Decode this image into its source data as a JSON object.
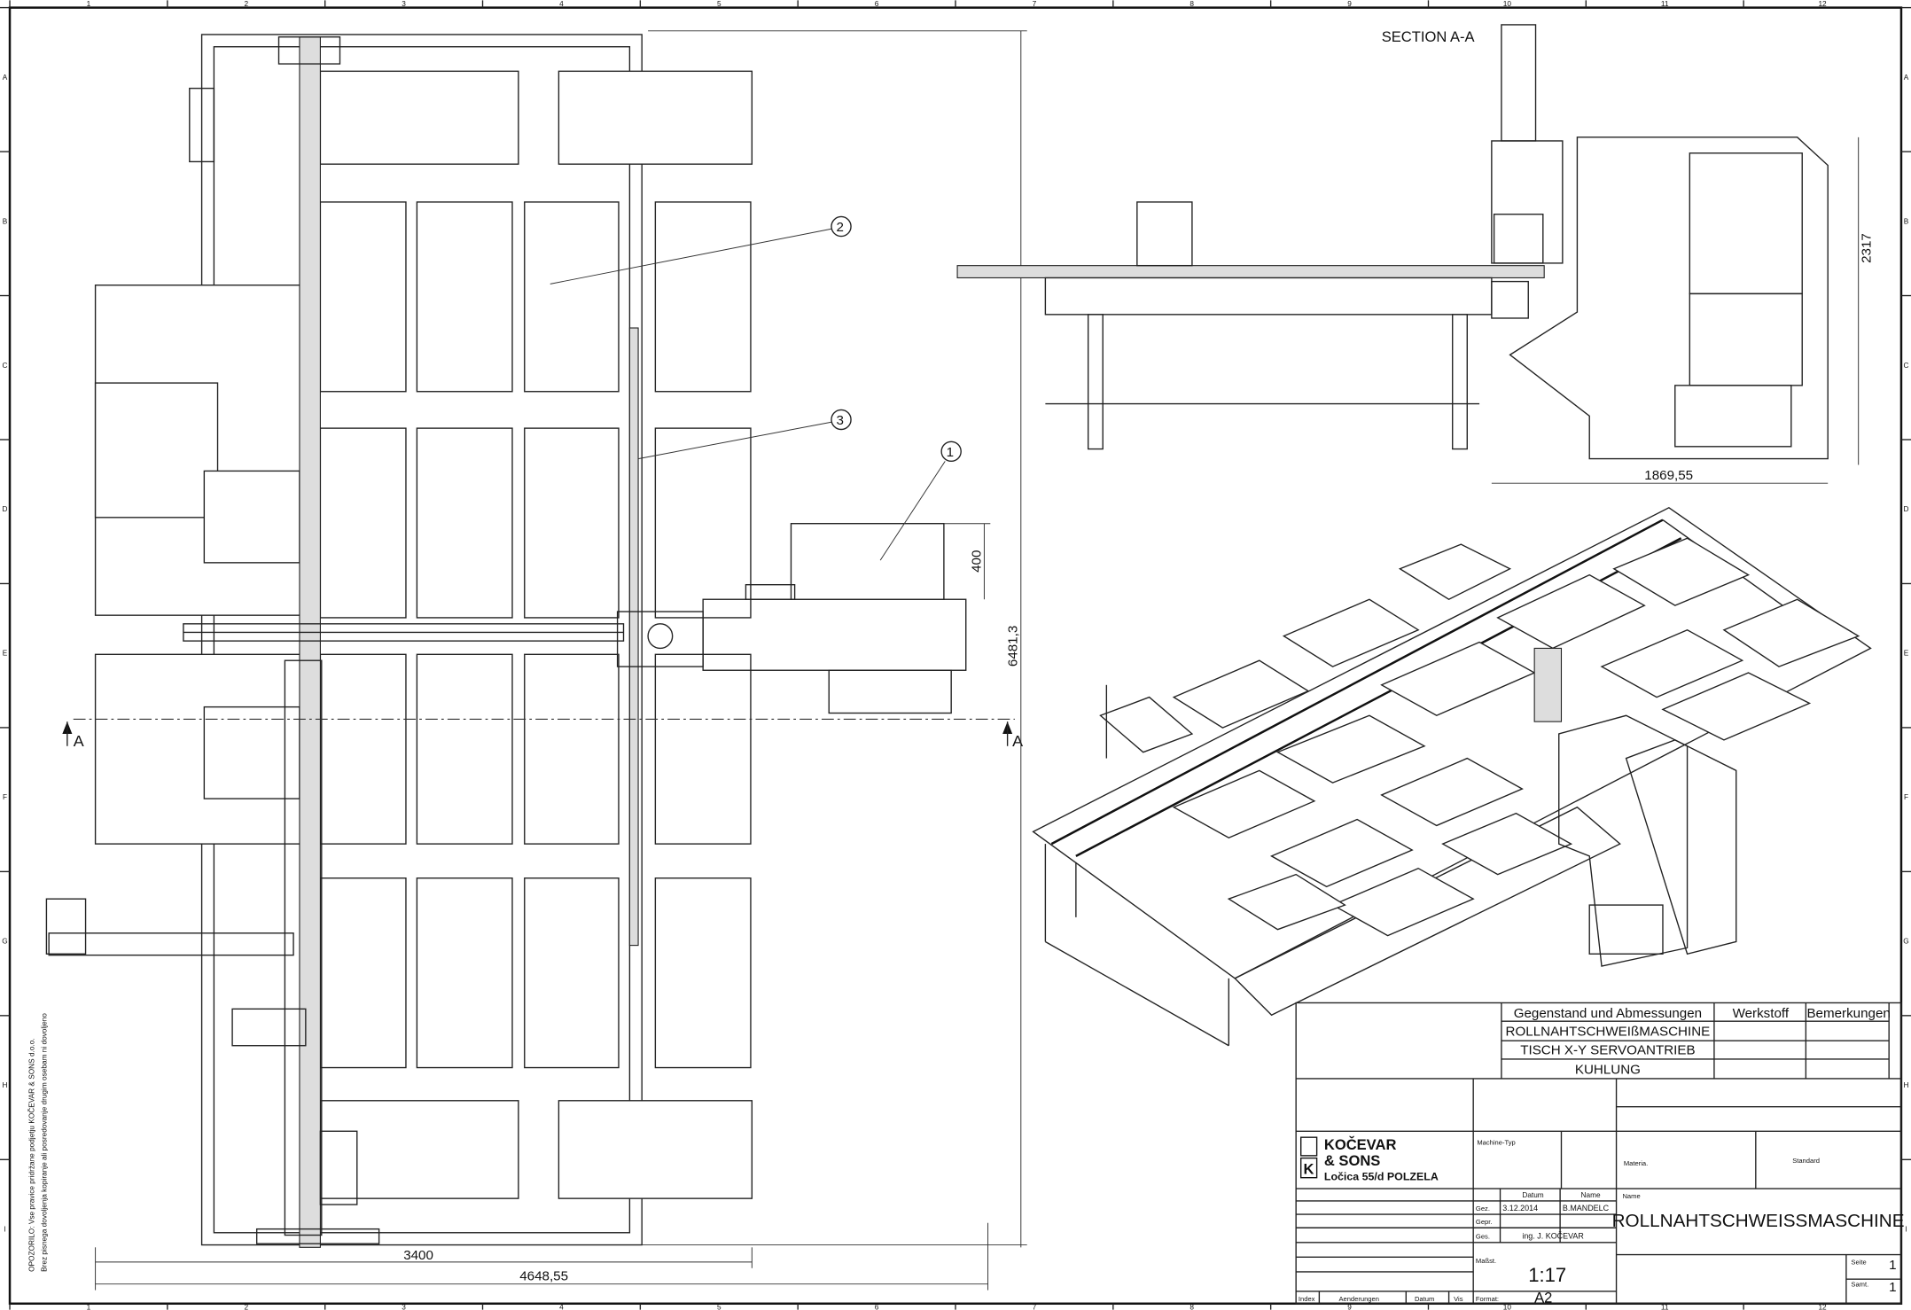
{
  "drawing": {
    "section_label": "SECTION A-A",
    "section_marker": "A",
    "dimensions": {
      "total_height": "6481,3",
      "box_height": "400",
      "table_width": "3400",
      "total_width": "4648,55",
      "section_height": "2317",
      "section_width": "1869,55"
    },
    "balloons": [
      "1",
      "2",
      "3"
    ],
    "zone_columns": [
      "1",
      "2",
      "3",
      "4",
      "5",
      "6",
      "7",
      "8",
      "9",
      "10",
      "11",
      "12"
    ],
    "zone_rows": [
      "A",
      "B",
      "C",
      "D",
      "E",
      "F",
      "G",
      "H",
      "I"
    ],
    "copyright_note": [
      "OPOZORILO: Vse pravice pridržane podjetju KOČEVAR & SONS d.o.o.",
      "Brez pisnega dovoljenja kopiranje ali posredovanje drugim osebam ni dovoljeno"
    ]
  },
  "title_block": {
    "parts_header": {
      "item": "Gegenstand und Abmessungen",
      "material": "Werkstoff",
      "remarks": "Bemerkungen"
    },
    "parts": [
      "ROLLNAHTSCHWEIßMASCHINE",
      "TISCH X-Y SERVOANTRIEB",
      "KUHLUNG"
    ],
    "company": {
      "name_line1": "KOČEVAR",
      "name_line2": "& SONS",
      "address": "Ločica 55/d POLZELA"
    },
    "machine_type_label": "Machine-Typ",
    "material_label": "Materia.",
    "standard_label": "Standard",
    "name_label": "Name",
    "date_header": "Datum",
    "name_header": "Name",
    "rows": [
      {
        "label": "Gez.",
        "date": "3.12.2014",
        "name": "B.MANDELC"
      },
      {
        "label": "Gepr.",
        "date": "",
        "name": ""
      },
      {
        "label": "Ges.",
        "date": "",
        "name": "ing. J. KOČEVAR"
      }
    ],
    "scale_label": "Maßst.",
    "scale": "1:17",
    "format_label": "Format:",
    "format": "A2",
    "drawing_name": "ROLLNAHTSCHWEISSMASCHINE",
    "sheet_label": "Seite",
    "sheet": "1",
    "sheets_label": "Samt.",
    "sheets": "1",
    "revision_headers": [
      "Index",
      "Aenderungen",
      "Datum",
      "Vis"
    ]
  }
}
